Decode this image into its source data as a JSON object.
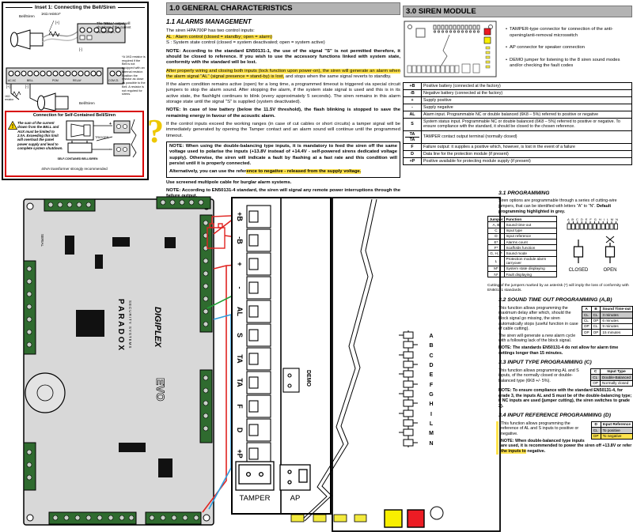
{
  "colors": {
    "highlight": "#ffe34d",
    "header_bg": "#b3b3b3",
    "table_default_bg": "#c9c9c9",
    "wire_red": "#e02421",
    "wire_green": "#22a038",
    "wire_blue": "#2f9fe0",
    "led_yellow": "#f6ee00",
    "led_red": "#ec1c24",
    "pcb_grey": "#d8d8d8"
  },
  "qmark": "?",
  "inset": {
    "title": "Inset 1: Connecting the Bell/Siren",
    "bell_top": "Bell/Siren",
    "res_top": "1KΩ resistor*",
    "plus1": "[+]",
    "minus1": "[-]",
    "bell_note": "The \"BELL\" output will shutdown if the current exceeds 3A.",
    "res_note": "*A 1KΩ resistor is required if the Bell is not equipped with an internal resistor. Position the resistor as close as possible to the Bell. A resistor is not required for sirens.",
    "strip1": "AC AC",
    "strip2": "BELL",
    "strip3": "PGM",
    "strip4": "RELAY",
    "strip5": "COM Z1",
    "plus2": "[+]",
    "minus2": "[-]",
    "res_bottom": "1KΩ resistor",
    "bell_bottom": "Bell/Siren",
    "sc_title": "Connection for Self-Contained Bell/Siren",
    "sc_warning": "The sum of the current drawn from the BELL and AUX must be limited to 2.0A. Exceeding this limit will overload the panel power supply and lead to complete system shutdown.",
    "sc_plus": "+",
    "sc_minus": "-",
    "sc_trigger": "TRIGGER",
    "sc_caption": "SELF-CONTAINED BELL/SIREN",
    "sc_footer": "40VA transformer strongly recommended"
  },
  "sec1": {
    "header": "1.0 GENERAL CHARACTERISTICS",
    "sub": "1.1 ALARMS MANAGEMENT",
    "p1": "The siren HPA700P has two control inputs:",
    "al_line": "AL : Alarm control (closed = standby; open = alarm)",
    "s_line": "S   : System state control (closed = system deactivated; open = system active)",
    "note1": "NOTE: According to the standard EN50131-1, the use of the signal \"S\" is not permitted therefore, it should be closed to reference. If you wish to use the accessory functions linked with system state, conformity with the standard will be lost.",
    "p2_hl": "After properly wiring and closing both inputs (lock function upon power-on), the siren will generate an alarm when the alarm signal \"AL\" (signal presence = stand-by) is lost,",
    "p2_rest": " and stops when the same signal reverts to standby.",
    "p3": "If the alarm condition remains active (open) for a long time, a programmed timeout is triggered via special circuit jumpers to stop the alarm sound. After stopping the alarm, if the system state signal is used and this is in its active state, the flashlight continues to blink (every approximately 5 seconds). The siren remains in this alarm storage state until the signal \"S\" is supplied (system deactivated).",
    "note2": "NOTE: In case of low battery (below the 11.5V threshold), the flash blinking is stopped to save the remaining energy in favour of the acoustic alarm.",
    "p4": "If the control inputs exceed the working ranges (in case of cut cables or short circuits) a tamper signal will be immediately generated by opening the Tamper contact and an alarm sound will continue until the programmed timeout.",
    "box_note": "NOTE: When using the double-balancing type inputs, it is mandatory to feed the siren off the same voltage used to polarise the inputs (+13.8V instead of +14.4V - self-powered sirens dedicated voltage supply). Otherwise, the siren will indicate a fault by flashing at a fast rate and this condition will persist until it is properly connected.",
    "box_alt_pre": "Alternatively, you can use the refer",
    "box_alt_hl": "ence to negative - released from the supply voltage.",
    "p5": "Use screened multipole cable for burglar alarm systems.",
    "note3": "NOTE: According to EN50131-4 standard, the siren will signal any remote power interruptions through the failure output."
  },
  "sec3": {
    "header": "3.0 SIREN MODULE",
    "bullets": [
      "TAMPER-type connector for connection of the anti-opening/anti-removal microswitch",
      "AP connector for speaker connection",
      "DEMO jumper for listening to the 8 siren sound modes and/or checking the fault codes"
    ],
    "terminals": [
      {
        "t": "+B",
        "d": "Positive battery (connected at the factory)"
      },
      {
        "t": "-B",
        "d": "Negative battery (connected at the factory)"
      },
      {
        "t": "+",
        "d": "Supply positive"
      },
      {
        "t": "-",
        "d": "Supply negative"
      },
      {
        "t": "AL",
        "d": "Alarm input. Programmable NC or double balanced (6K8 – 5%) referred to positive or negative"
      },
      {
        "t": "S",
        "d": "System status input. Programmable NC or double balanced (6K8 – 5%) referred to positive or negative. To ensure compliance with the standard, it should be closed to the chosen reference."
      },
      {
        "t": "TA",
        "t2": "TA",
        "d": "TAMPER contact output terminal (normally closed)"
      },
      {
        "t": "F",
        "d": "Failure output: it supplies a positive which, however, is lost in the event of a failure"
      },
      {
        "t": "D",
        "d": "Data line for the protection module (if present)"
      },
      {
        "t": "+P",
        "d": "Positive available for protecting module supply (if present)"
      }
    ]
  },
  "prog": {
    "h31": "3.1 PROGRAMMING",
    "intro": "Siren options are programmable through a series of cutting-wire jumpers, that can be identified with letters \"A\" to \"N\".",
    "intro_bold": "Default programming highlighted in grey.",
    "jheaders": {
      "j": "Jumper",
      "f": "Function"
    },
    "jrows": [
      {
        "j": "A, B",
        "f": "Sound time-out"
      },
      {
        "j": "C",
        "f": "Input type"
      },
      {
        "j": "D",
        "f": "Input reference"
      },
      {
        "j": "E*",
        "f": "Alarms count"
      },
      {
        "j": "F*",
        "f": "Scaffolds function"
      },
      {
        "j": "G, H, I*",
        "f": "Sound mode"
      },
      {
        "j": "L",
        "f": "Protection module alarm carryover"
      },
      {
        "j": "M*",
        "f": "System state displaying"
      },
      {
        "j": "N*",
        "f": "Fault displaying"
      }
    ],
    "letters_row": "A B C D E F G H I L M N",
    "closed_label": "CLOSED",
    "open_label": "OPEN",
    "asterisk_note": "Cutting of the jumpers marked by an asterisk (*) will imply the loss of conformity with EN50131 standards.",
    "h32": "3.2 SOUND TIME OUT PROGRAMMING (A,B)",
    "p32a": "This function allows programming the maximum delay after which, should the block signal go missing, the siren automatically stops (useful function in case of cable cutting).",
    "p32b": "The siren will generate a new alarm cycle with a following lack of the block signal.",
    "t32": {
      "h": [
        "A",
        "B",
        "Sound Time-out"
      ],
      "rows": [
        [
          "CL",
          "CL",
          "3 minutes"
        ],
        [
          "CL",
          "OP",
          "6 minutes"
        ],
        [
          "OP",
          "CL",
          "9 minutes"
        ],
        [
          "OP",
          "OP",
          "15 minutes"
        ]
      ]
    },
    "n32": "NOTE: The standards EN50131-4 do not allow for alarm time settings longer than 15 minutes.",
    "h33": "3.3 INPUT TYPE PROGRAMMING (C)",
    "p33": "This function allows programming AL and S inputs, of the normally closed or double-balanced type (6K8 +/- 5%).",
    "t33": {
      "h": [
        "C",
        "Input Type"
      ],
      "rows": [
        [
          "CL",
          "Double-Balanced"
        ],
        [
          "OP",
          "Normally closed"
        ]
      ]
    },
    "n33": "NOTE: To ensure compliance with the standard EN50131-4, for grade 3, the inputs AL and S must be of the double-balancing type; if NC inputs are used (jumper cutting), the siren switches to grade 2).",
    "h34": "3.4 INPUT REFERENCE PROGRAMMING (D)",
    "p34": "This function allows programming the reference of AL and S inputs to positive or negative.",
    "t34": {
      "h": [
        "D",
        "Input Reference"
      ],
      "rows": [
        [
          "CL",
          "To positive"
        ],
        [
          "OP",
          "To negative"
        ]
      ]
    },
    "n34_pre": "NOTE: When double-balanced type inputs are used, it is recommended to power the siren off +13.8V or refer ",
    "n34_hl": "the inputs to",
    "n34_post": " negative."
  },
  "diagram": {
    "pcb": {
      "brand": "P A R A D O X",
      "brand_sub": "SECURITY SYSTEMS",
      "model": "DIGIPLEX",
      "model2": "EVO",
      "serial": "SERIAL"
    },
    "module": {
      "terminals": [
        "+B",
        "-B",
        "+",
        "-",
        "AL",
        "S",
        "TA",
        "TA",
        "F",
        "D",
        "+P"
      ],
      "demo": "DEMO",
      "tamper": "TAMPER",
      "ap": "AP"
    },
    "jumper_letters": [
      "A",
      "B",
      "C",
      "D",
      "E",
      "F",
      "G",
      "H",
      "I",
      "L",
      "M",
      "N"
    ]
  }
}
